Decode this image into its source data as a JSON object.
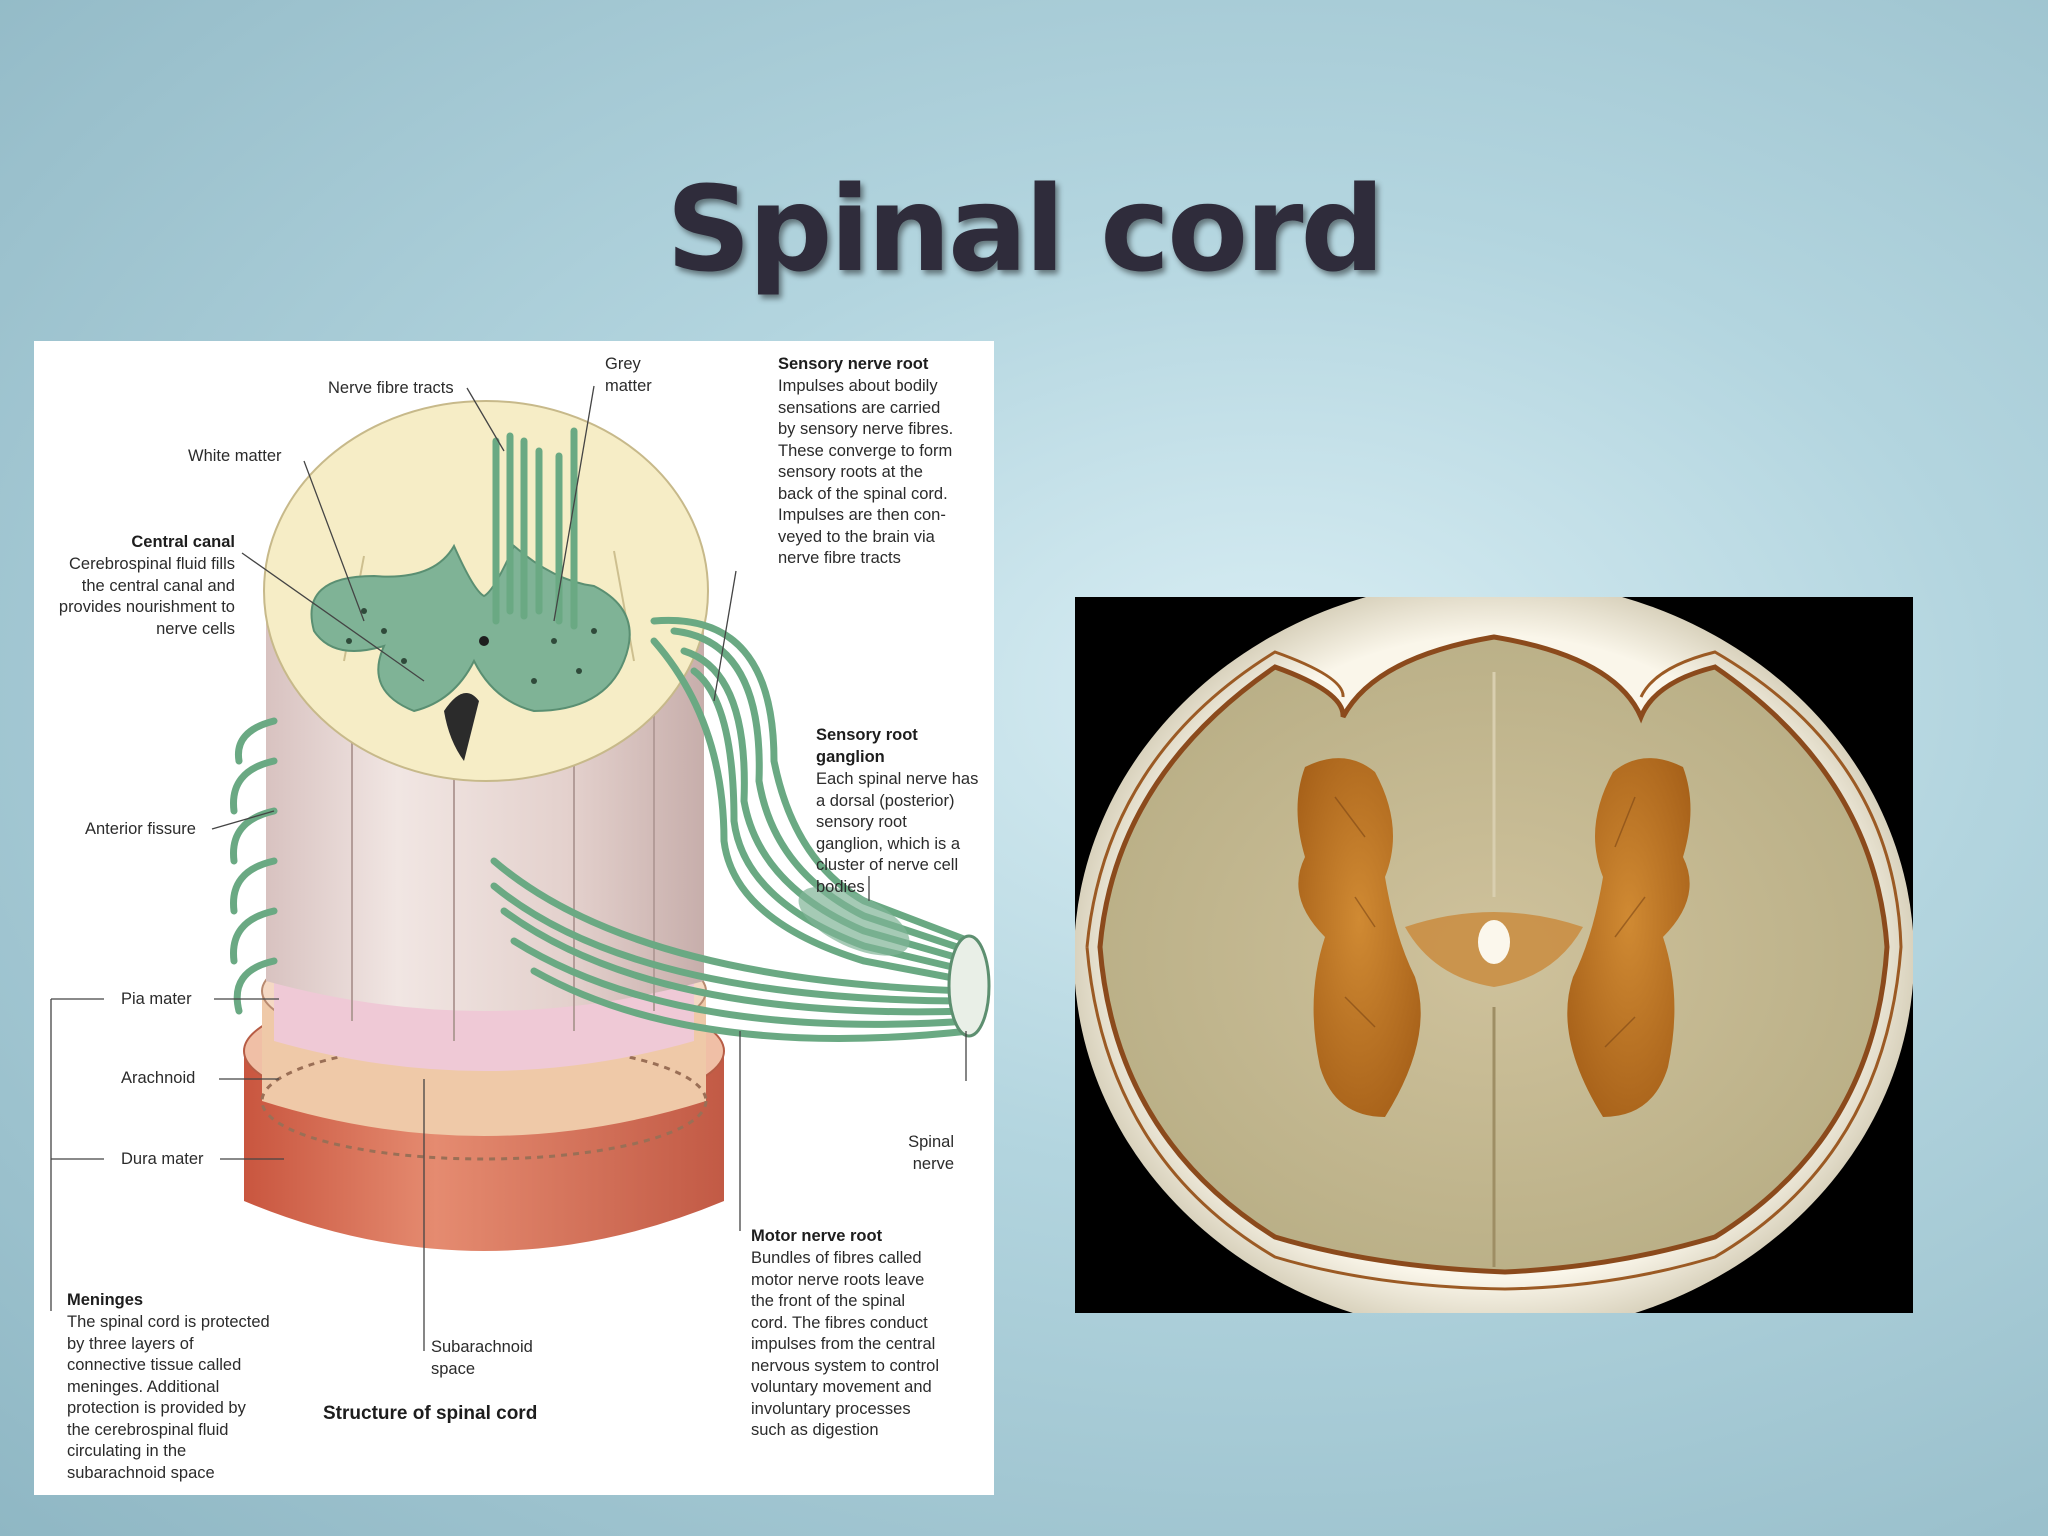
{
  "slide": {
    "title": "Spinal cord"
  },
  "diagram": {
    "caption": "Structure of spinal cord",
    "labels": {
      "nerve_fibre_tracts": "Nerve fibre tracts",
      "grey_matter": "Grey\nmatter",
      "white_matter": "White matter",
      "central_canal_title": "Central canal",
      "central_canal_text": "Cerebrospinal fluid fills\nthe central canal and\nprovides nourishment to\nnerve cells",
      "anterior_fissure": "Anterior fissure",
      "pia_mater": "Pia mater",
      "arachnoid": "Arachnoid",
      "dura_mater": "Dura mater",
      "meninges_title": "Meninges",
      "meninges_text": "The spinal cord is protected\nby three layers of\nconnective tissue called\nmeninges. Additional\nprotection is provided by\nthe cerebrospinal fluid\ncirculating in the\nsubarachnoid space",
      "subarachnoid_space": "Subarachnoid\nspace",
      "sensory_root_title": "Sensory nerve root",
      "sensory_root_text": "Impulses about bodily\nsensations are carried\nby sensory nerve fibres.\nThese converge to form\nsensory roots at the\nback of the spinal cord.\nImpulses are then con-\nveyed to the brain via\nnerve fibre tracts",
      "ganglion_title": "Sensory root\nganglion",
      "ganglion_text": "Each spinal nerve has\na dorsal (posterior)\nsensory root\nganglion, which is a\ncluster of nerve cell\nbodies",
      "spinal_nerve": "Spinal\nnerve",
      "motor_root_title": "Motor nerve root",
      "motor_root_text": "Bundles of fibres called\nmotor nerve roots leave\nthe front of the spinal\ncord. The fibres conduct\nimpulses from the central\nnervous system to control\nvoluntary movement and\ninvoluntary processes\nsuch as digestion"
    }
  },
  "colors": {
    "white_matter": "#f6edc6",
    "grey_matter": "#7fb396",
    "nerve_green": "#6aa983",
    "pia": "#efc9d6",
    "arachnoid": "#eec7a6",
    "dura": "#d96f55",
    "stain_grey": "#b7ad84",
    "stain_brown": "#b5701e"
  }
}
